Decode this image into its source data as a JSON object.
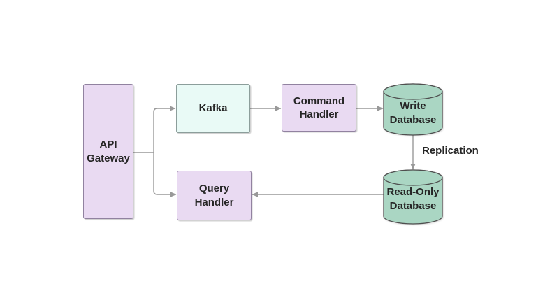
{
  "diagram": {
    "nodes": {
      "api_gateway": {
        "label": "API Gateway",
        "shape": "rectangle",
        "color_style": "purple"
      },
      "kafka": {
        "label": "Kafka",
        "shape": "rectangle",
        "color_style": "mint"
      },
      "command_handler": {
        "label": "Command Handler",
        "shape": "rectangle",
        "color_style": "purple"
      },
      "query_handler": {
        "label": "Query Handler",
        "shape": "rectangle",
        "color_style": "purple"
      },
      "write_database": {
        "label": "Write Database",
        "shape": "cylinder",
        "color_style": "green"
      },
      "read_only_database": {
        "label": "Read-Only Database",
        "shape": "cylinder",
        "color_style": "green"
      }
    },
    "edges": {
      "gateway_to_kafka": "API Gateway → Kafka",
      "gateway_to_query_handler": "API Gateway → Query Handler",
      "kafka_to_command_handler": "Kafka → Command Handler",
      "command_handler_to_write_db": "Command Handler → Write Database",
      "write_db_to_read_db_label": "Replication",
      "read_db_to_query_handler": "Read-Only Database → Query Handler"
    },
    "colors": {
      "purple_fill": "#e9daf2",
      "purple_stroke": "#9182a0",
      "mint_fill": "#e9faf6",
      "mint_stroke": "#8c9e9b",
      "green_fill": "#aad6c3",
      "green_stroke": "#4f4f4f",
      "connector": "#999999",
      "text": "#262626"
    }
  }
}
